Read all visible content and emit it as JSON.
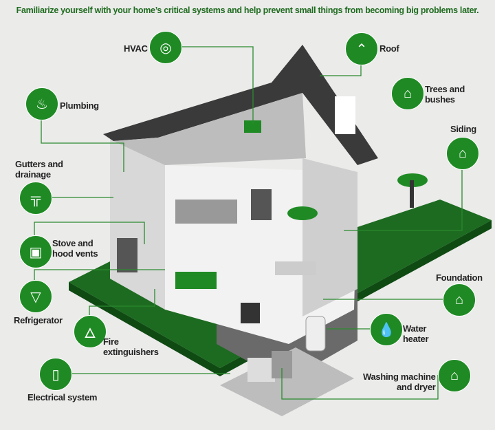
{
  "header": {
    "title": "Familiarize yourself with your home’s critical systems and help prevent small things from becoming big problems later."
  },
  "callouts": {
    "hvac": {
      "label": "HVAC",
      "icon": "fan-icon"
    },
    "roof": {
      "label": "Roof",
      "icon": "roof-icon"
    },
    "trees": {
      "label": "Trees and",
      "label2": "bushes",
      "icon": "house-tree-icon"
    },
    "siding": {
      "label": "Siding",
      "icon": "house-siding-icon"
    },
    "plumbing": {
      "label": "Plumbing",
      "icon": "toilet-icon"
    },
    "gutters": {
      "label": "Gutters and",
      "label2": "drainage",
      "icon": "pipe-icon"
    },
    "stove": {
      "label": "Stove and",
      "label2": "hood vents",
      "icon": "stove-icon"
    },
    "refrigerator": {
      "label": "Refrigerator",
      "icon": "fridge-icon"
    },
    "fire": {
      "label": "Fire",
      "label2": "extinguishers",
      "icon": "flame-icon"
    },
    "electrical": {
      "label": "Electrical system",
      "icon": "outlet-icon"
    },
    "foundation": {
      "label": "Foundation",
      "icon": "house-foundation-icon"
    },
    "water": {
      "label": "Water",
      "label2": "heater",
      "icon": "faucet-icon"
    },
    "washing": {
      "label": "Washing machine",
      "label2": "and dryer",
      "icon": "house-icon"
    }
  },
  "colors": {
    "accent": "#1f8a24",
    "roof": "#3a3a3a",
    "platform": "#1d6b21"
  }
}
